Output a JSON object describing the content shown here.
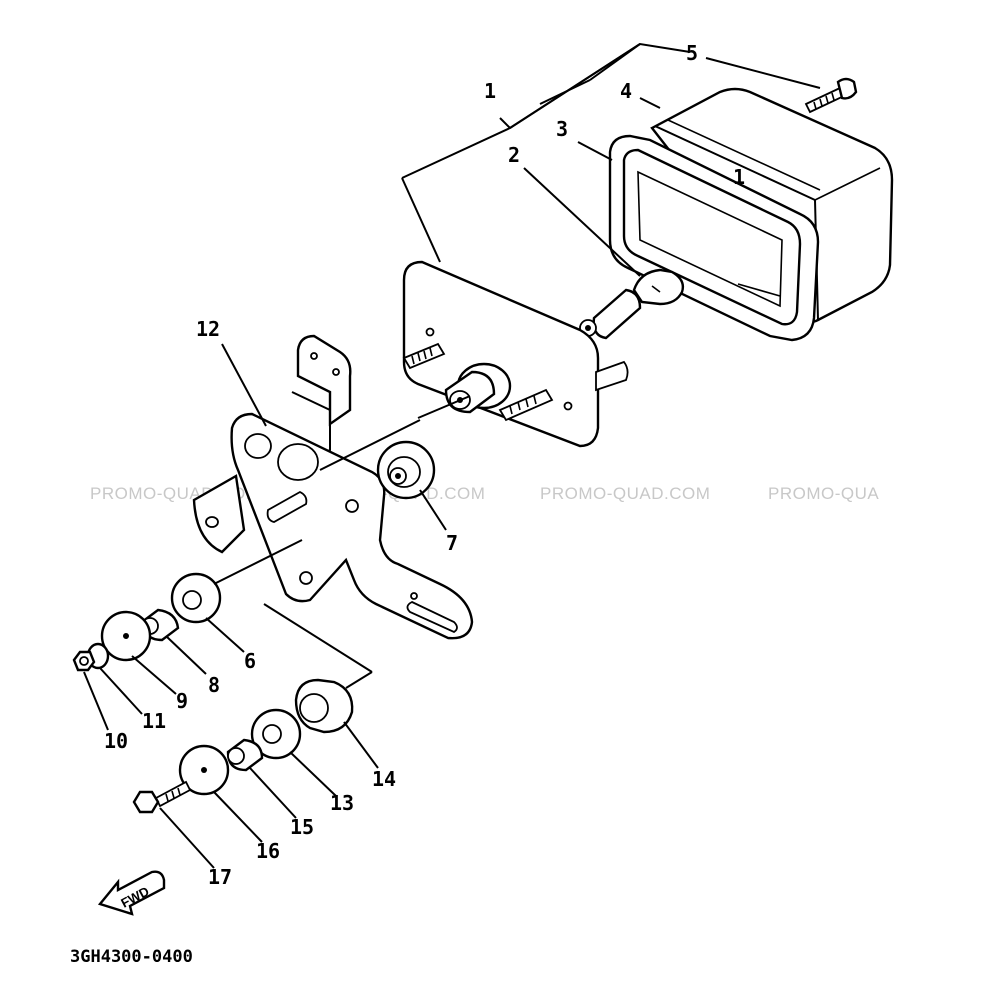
{
  "diagram": {
    "part_code": "3GH4300-0400",
    "fwd_label": "FWD",
    "watermarks": [
      "PROMO-QUAD.COM",
      "PROMO-QUAD.COM",
      "PROMO-QUAD.COM",
      "PROMO-QUA"
    ],
    "callouts": {
      "c1": "1",
      "c2": "2",
      "c3": "3",
      "c4": "4",
      "c5": "5",
      "c6": "6",
      "c7": "7",
      "c8": "8",
      "c9": "9",
      "c10": "10",
      "c11": "11",
      "c12": "12",
      "c13": "13",
      "c14": "14",
      "c15": "15",
      "c16": "16",
      "c17": "17"
    }
  }
}
